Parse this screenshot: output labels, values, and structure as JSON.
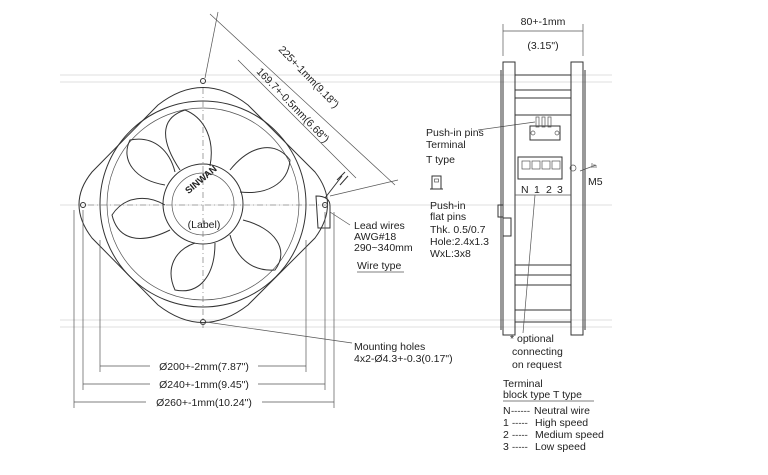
{
  "front_view": {
    "brand": "SINWAN",
    "label": "(Label)",
    "dim_diagonal_outer": "225+-1mm(9.18\")",
    "dim_diagonal_inner": "169.7+-0.5mm(6.68\")",
    "dim_dia_200": "Ø200+-2mm(7.87\")",
    "dim_dia_240": "Ø240+-1mm(9.45\")",
    "dim_dia_260": "Ø260+-1mm(10.24\")"
  },
  "lead_wires": {
    "line1": "Lead wires",
    "line2": "AWG#18",
    "line3": "290~340mm",
    "title": "Wire type"
  },
  "mounting": {
    "line1": "Mounting holes",
    "line2": "4x2-Ø4.3+-0.3(0.17\")"
  },
  "push_in_pins": {
    "line1": "Push-in pins",
    "line2": "Terminal",
    "line3": "T type"
  },
  "flat_pins": {
    "line1": "Push-in",
    "line2": "flat pins",
    "line3": "Thk. 0.5/0.7",
    "line4": "Hole:2.4x1.3",
    "line5": "WxL:3x8"
  },
  "side_view": {
    "depth": "80+-1mm",
    "depth_in": "(3.15\")",
    "ground": "M5",
    "terminals": [
      "N",
      "1",
      "2",
      "3"
    ]
  },
  "optional_note": {
    "line1": "* optional",
    "line2": "connecting",
    "line3": "on request"
  },
  "terminal_legend": {
    "title1": "Terminal",
    "title2": "block type T type",
    "items": [
      {
        "key": "N",
        "dashes": "------",
        "desc": "Neutral wire"
      },
      {
        "key": "1",
        "dashes": "-----",
        "desc": "High speed"
      },
      {
        "key": "2",
        "dashes": "-----",
        "desc": "Medium speed"
      },
      {
        "key": "3",
        "dashes": "-----",
        "desc": "Low speed"
      }
    ]
  }
}
